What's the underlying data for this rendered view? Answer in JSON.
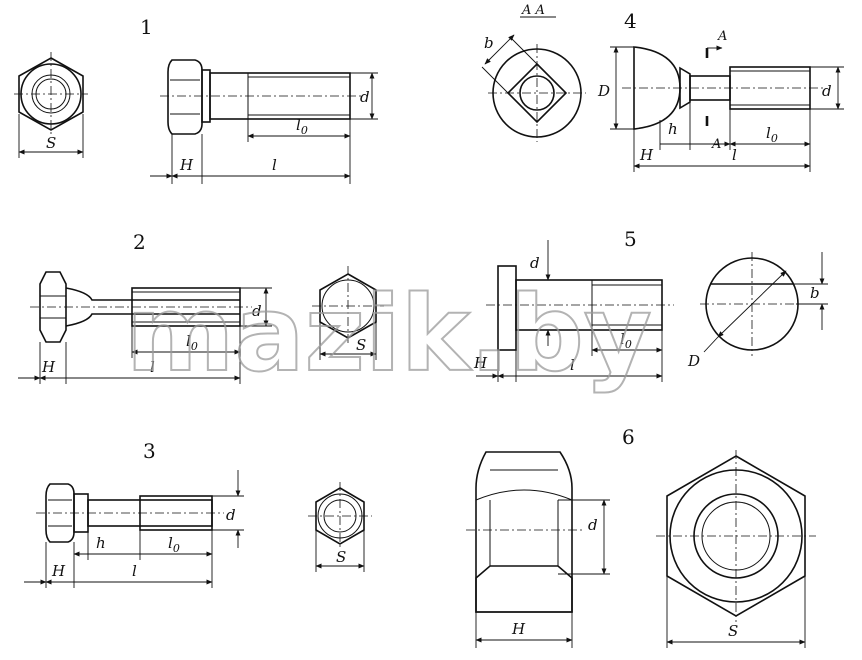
{
  "figures": [
    {
      "id": "1",
      "number": "1",
      "labels": {
        "S": "S",
        "H": "H",
        "l": "l",
        "l0": "l",
        "l0_sub": "0",
        "d": "d"
      }
    },
    {
      "id": "2",
      "number": "2",
      "labels": {
        "H": "H",
        "l": "l",
        "l0": "l",
        "l0_sub": "0",
        "d": "d",
        "S": "S"
      }
    },
    {
      "id": "3",
      "number": "3",
      "labels": {
        "H": "H",
        "h": "h",
        "l": "l",
        "l0": "l",
        "l0_sub": "0",
        "d": "d",
        "S": "S"
      }
    },
    {
      "id": "4",
      "number": "4",
      "labels": {
        "section": "A A",
        "b": "b",
        "D": "D",
        "h": "h",
        "H": "H",
        "A_top": "A",
        "A_bottom": "A",
        "l": "l",
        "l0": "l",
        "l0_sub": "0",
        "d": "d"
      }
    },
    {
      "id": "5",
      "number": "5",
      "labels": {
        "d": "d",
        "H": "H",
        "l": "l",
        "l0": "l",
        "l0_sub": "0",
        "b": "b",
        "D": "D"
      }
    },
    {
      "id": "6",
      "number": "6",
      "labels": {
        "d": "d",
        "H": "H",
        "S": "S"
      }
    }
  ],
  "watermark": "mazik.by"
}
